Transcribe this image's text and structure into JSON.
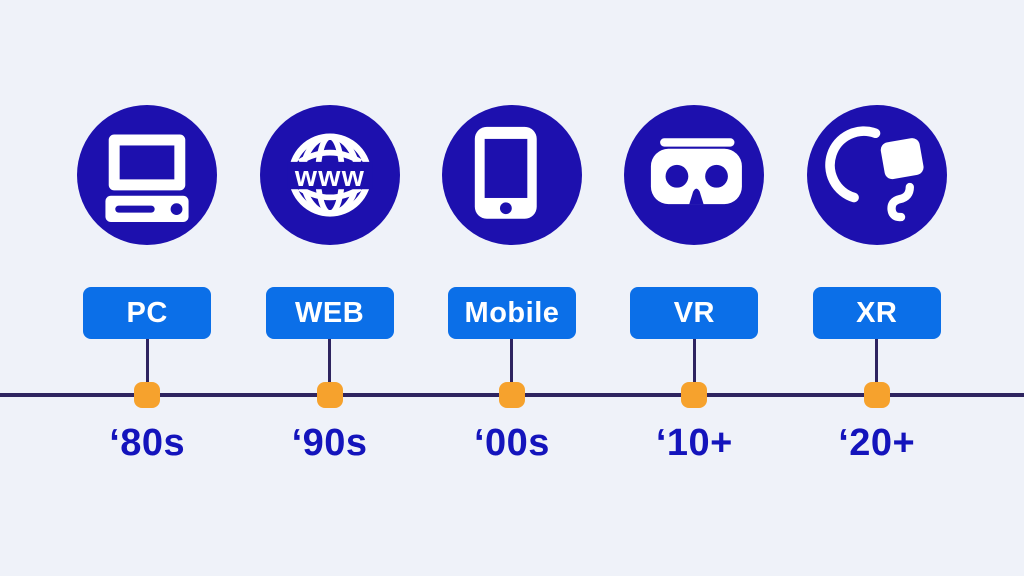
{
  "timeline": {
    "items": [
      {
        "label": "PC",
        "period": "‘80s",
        "icon": "desktop-computer-icon"
      },
      {
        "label": "WEB",
        "period": "‘90s",
        "icon": "globe-www-icon"
      },
      {
        "label": "Mobile",
        "period": "‘00s",
        "icon": "smartphone-icon"
      },
      {
        "label": "VR",
        "period": "‘10+",
        "icon": "vr-headset-icon"
      },
      {
        "label": "XR",
        "period": "‘20+",
        "icon": "xr-headset-icon"
      }
    ],
    "globe_icon_text": "www",
    "colors": {
      "background": "#EFF2F9",
      "icon_circle": "#1D10AE",
      "label_chip": "#0B6FE8",
      "label_text": "#FFFFFF",
      "timeline_line": "#2E2460",
      "marker_dot": "#F6A22D",
      "period_text": "#1414BC"
    }
  }
}
